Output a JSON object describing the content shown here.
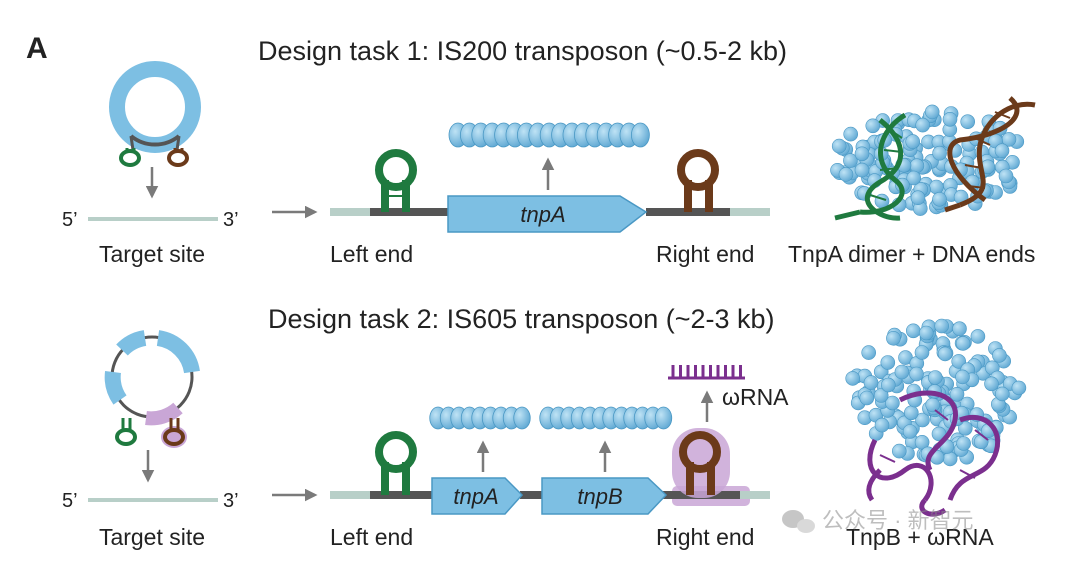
{
  "panel": "A",
  "task1": {
    "title": "Design task 1: IS200 transposon (~0.5-2 kb)",
    "strand5": "5’",
    "strand3": "3’",
    "target_label": "Target site",
    "left_label": "Left end",
    "right_label": "Right end",
    "gene": "tnpA",
    "structure_label": "TnpA dimer + DNA ends"
  },
  "task2": {
    "title": "Design task 2: IS605 transposon (~2-3 kb)",
    "strand5": "5’",
    "strand3": "3’",
    "target_label": "Target site",
    "left_label": "Left end",
    "right_label": "Right end",
    "gene_a": "tnpA",
    "gene_b": "tnpB",
    "rna_label": "ωRNA",
    "structure_label": "TnpB + ωRNA"
  },
  "watermark": "公众号 · 新智元",
  "colors": {
    "protein": "#7dbfe3",
    "protein_edge": "#4a98c4",
    "left_hairpin": "#1f7a3f",
    "right_hairpin": "#6b3a1a",
    "rna": "#7b2f8e",
    "rna_halo": "#c9a6d6",
    "dna_flank": "#b8cfc8",
    "dna_core": "#555555",
    "arrow": "#7a7a7a"
  }
}
